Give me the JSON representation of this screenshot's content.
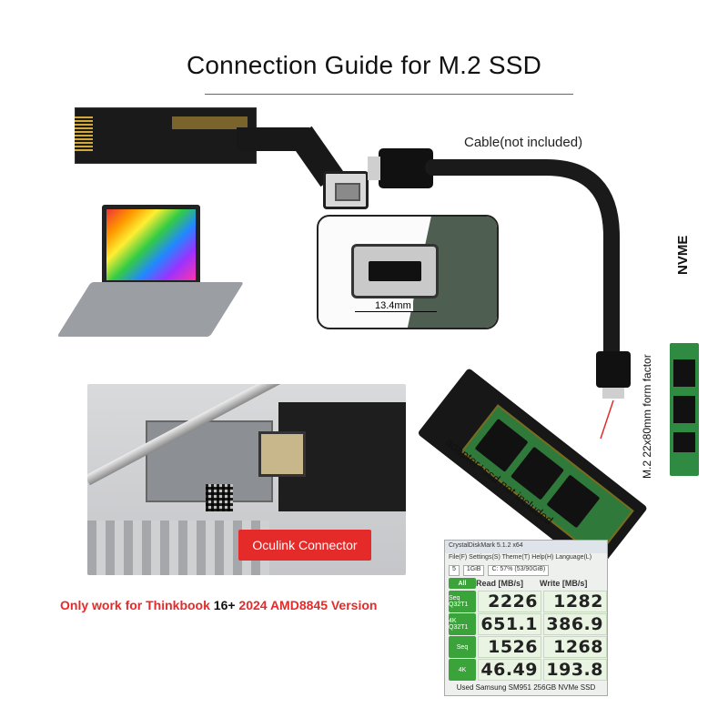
{
  "title": "Connection Guide for M.2 SSD",
  "cable_label": "Cable(not included)",
  "dimension_label": "13.4mm",
  "oculink_label": "Oculink Connector",
  "work_note": {
    "part1": "Only work for Thinkbook ",
    "part2": "16+",
    "part3": " 2024 AMD8845 Version"
  },
  "adapter_note": "adapter+ssd not included",
  "nvme_label": "NVME",
  "form_factor_label": "M.2 22x80mm form factor",
  "benchmark": {
    "window_title": "CrystalDiskMark 5.1.2 x64",
    "menu": "File(F) Settings(S) Theme(T) Help(H) Language(L)",
    "controls": {
      "count": "5",
      "size": "1GiB",
      "drive": "C: 57% (53/90GiB)"
    },
    "headers": {
      "read": "Read [MB/s]",
      "write": "Write [MB/s]"
    },
    "buttons": [
      "All",
      "Seq Q32T1",
      "4K Q32T1",
      "Seq",
      "4K"
    ],
    "rows": [
      {
        "label": "Seq Q32T1",
        "read": "2226",
        "write": "1282"
      },
      {
        "label": "4K Q32T1",
        "read": "651.1",
        "write": "386.9"
      },
      {
        "label": "Seq",
        "read": "1526",
        "write": "1268"
      },
      {
        "label": "4K",
        "read": "46.49",
        "write": "193.8"
      }
    ],
    "footer": "Used Samsung SM951 256GB NVMe SSD"
  },
  "colors": {
    "accent_red": "#e52a2a",
    "pcb_green": "#2f7a3a",
    "bench_green": "#3aa43a"
  }
}
